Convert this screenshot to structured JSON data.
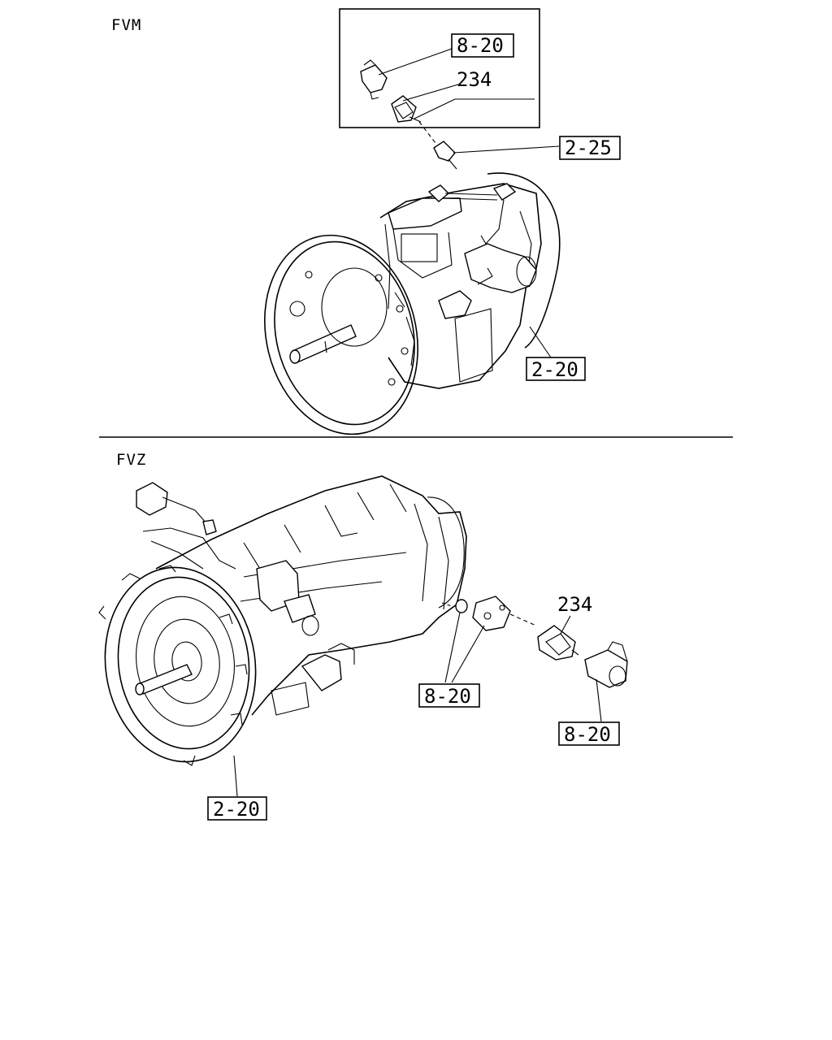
{
  "sections": {
    "top": {
      "title": "FVM"
    },
    "bottom": {
      "title": "FVZ"
    }
  },
  "callouts": {
    "top_inset_ref": "8-20",
    "top_inset_part": "234",
    "top_fitting_ref": "2-25",
    "top_transmission_ref": "2-20",
    "bottom_part": "234",
    "bottom_washer_ref": "8-20",
    "bottom_harness_ref": "8-20",
    "bottom_transmission_ref": "2-20"
  }
}
